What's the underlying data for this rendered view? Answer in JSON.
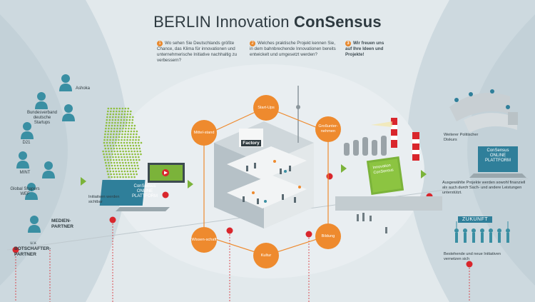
{
  "title": {
    "part1": "BERLIN Innovation",
    "part2": "ConSensus"
  },
  "questions": [
    {
      "num": "1",
      "text": "Wo sehen Sie Deutschlands größte Chance, das Klima für innovationen und unternehmerische Initiative nachhaltig zu verbessern?"
    },
    {
      "num": "2",
      "text": "Welches praktische Projekt kennen Sie, in dem bahnbrechende Innovationen bereits entwickelt und umgesetzt werden?"
    },
    {
      "num": "3",
      "text": "Wir freuen uns auf Ihre Ideen und Projekte!"
    }
  ],
  "partners": [
    "Ashoka",
    "Bundesverband deutsche Startups",
    "D21",
    "MINT",
    "Global Shapers WEF",
    "u.v."
  ],
  "media_partner": "MEDIEN-PARTNER",
  "botschafter_partner": "BOTSCHAFTER-PARTNER",
  "platform_left": "ConSensus ONLINE PLATTFORM",
  "initiatives_visible": "Initiativen werden sichtbar",
  "factory": "Factory",
  "hub_nodes": [
    "Start-Ups",
    "Mittel-stand",
    "Großunter-nehmen",
    "Wissen-schaft",
    "Kultur",
    "Bildung"
  ],
  "book": "Innovation ConSensus",
  "platform_right": "ConSensus ONLINE PLATTFORM",
  "right_texts": {
    "diskurs": "Weiterer Politischer Diskurs",
    "gefoerdert": "Ausgewählte Projekte werden sowohl finanziell als auch durch Sach- und andere Leistungen unterstützt.",
    "zukunft": "ZUKUNFT",
    "vernetzen": "Bestehende und neue Initiativen vernetzen sich"
  },
  "colors": {
    "orange": "#ee8a2e",
    "teal": "#3a8fa3",
    "green": "#7bb33a",
    "red": "#d9262c",
    "dark": "#2e3a40"
  }
}
